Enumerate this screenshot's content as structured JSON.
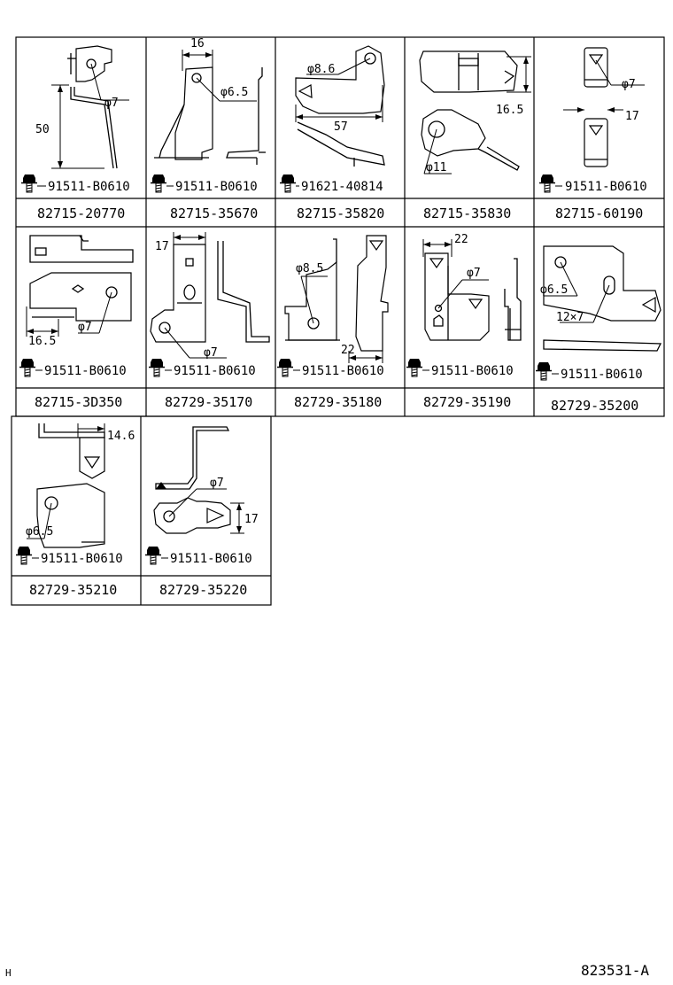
{
  "diagram": {
    "corner_mark": "H",
    "illustration_code": "823531-A",
    "cells": [
      {
        "part_number": "82715-20770",
        "bolt": "91511-B0610",
        "dims": [
          "50",
          "φ7"
        ]
      },
      {
        "part_number": "82715-35670",
        "bolt": "91511-B0610",
        "dims": [
          "16",
          "φ6.5"
        ]
      },
      {
        "part_number": "82715-35820",
        "bolt": "91621-40814",
        "dims": [
          "φ8.6",
          "57"
        ]
      },
      {
        "part_number": "82715-35830",
        "bolt": "",
        "dims": [
          "16.5",
          "φ11"
        ]
      },
      {
        "part_number": "82715-60190",
        "bolt": "91511-B0610",
        "dims": [
          "φ7",
          "17"
        ]
      },
      {
        "part_number": "82715-3D350",
        "bolt": "91511-B0610",
        "dims": [
          "16.5",
          "φ7"
        ]
      },
      {
        "part_number": "82729-35170",
        "bolt": "91511-B0610",
        "dims": [
          "17",
          "φ7"
        ]
      },
      {
        "part_number": "82729-35180",
        "bolt": "91511-B0610",
        "dims": [
          "φ8.5",
          "22"
        ]
      },
      {
        "part_number": "82729-35190",
        "bolt": "91511-B0610",
        "dims": [
          "22",
          "φ7"
        ]
      },
      {
        "part_number": "82729-35200",
        "bolt": "91511-B0610",
        "dims": [
          "φ6.5",
          "12×7"
        ]
      },
      {
        "part_number": "82729-35210",
        "bolt": "91511-B0610",
        "dims": [
          "14.6",
          "φ6.5"
        ]
      },
      {
        "part_number": "82729-35220",
        "bolt": "91511-B0610",
        "dims": [
          "φ7",
          "17"
        ]
      }
    ]
  }
}
